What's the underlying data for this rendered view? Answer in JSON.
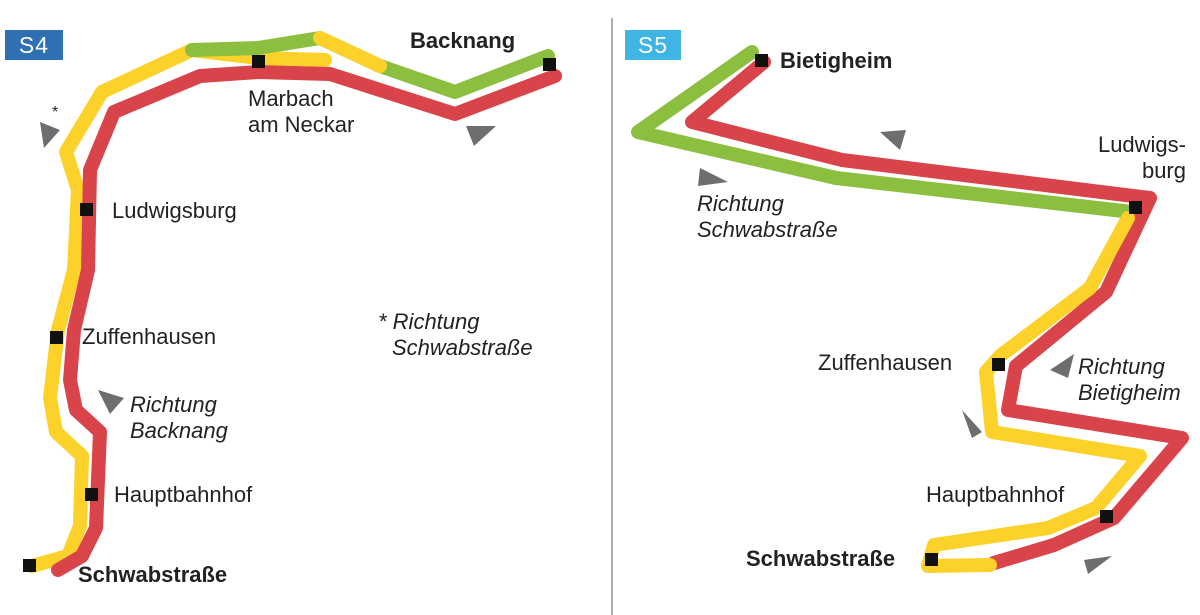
{
  "colors": {
    "red": "#d9434a",
    "yellow": "#fcd12a",
    "green": "#8cbf3f",
    "s4": "#2f6fb3",
    "s5": "#3fb4e5",
    "marker": "#6e6e6e",
    "divider": "#b0b0b0"
  },
  "s4": {
    "badge": "S4",
    "stations": {
      "backnang": "Backnang",
      "marbach": [
        "Marbach",
        "am Neckar"
      ],
      "ludwigsburg": "Ludwigsburg",
      "zuffenhausen": "Zuffenhausen",
      "hauptbahnhof": "Hauptbahnhof",
      "schwabstrasse": "Schwabstraße"
    },
    "direction_backnang": [
      "Richtung",
      "Backnang"
    ],
    "footnote": [
      "* Richtung",
      "Schwabstraße"
    ],
    "asterisk": "*"
  },
  "s5": {
    "badge": "S5",
    "stations": {
      "bietigheim": "Bietigheim",
      "ludwigsburg": [
        "Ludwigs-",
        "burg"
      ],
      "zuffenhausen": "Zuffenhausen",
      "hauptbahnhof": "Hauptbahnhof",
      "schwabstrasse": "Schwabstraße"
    },
    "direction_schwabstrasse": [
      "Richtung",
      "Schwabstraße"
    ],
    "direction_bietigheim": [
      "Richtung",
      "Bietigheim"
    ]
  }
}
